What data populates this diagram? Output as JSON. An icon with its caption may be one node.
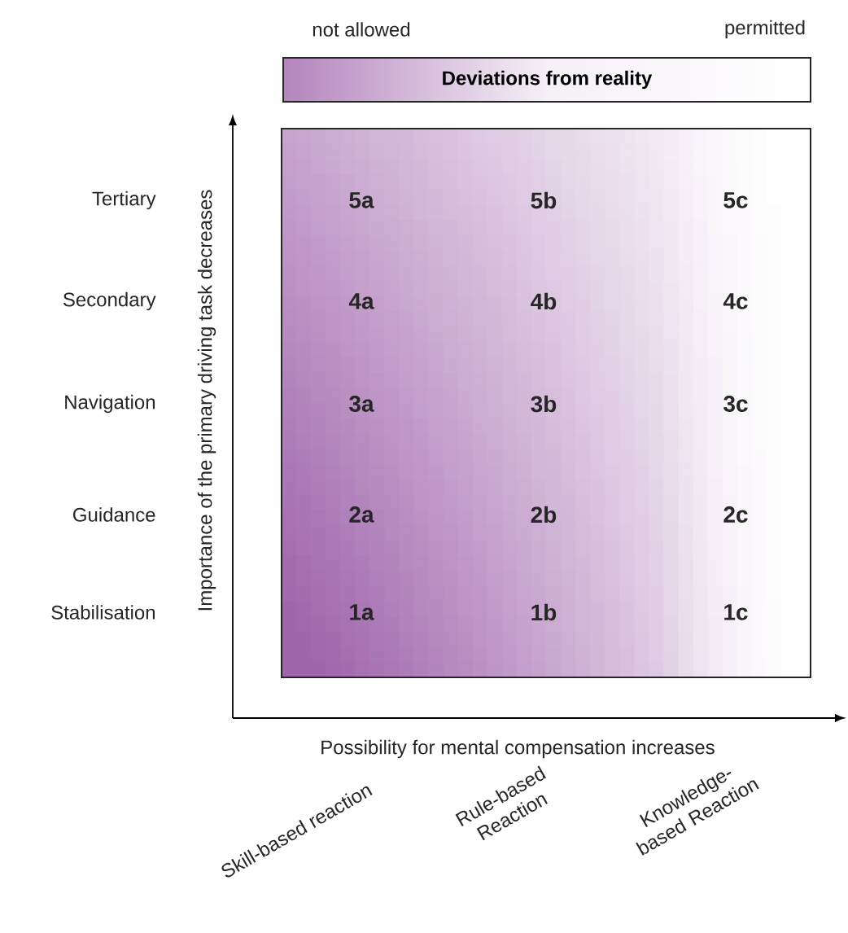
{
  "diagram": {
    "nodes": [
      {
        "text": [
          "Deviations from reality"
        ]
      }
    ],
    "edges": [],
    "labels": [
      "not allowed",
      "permitted",
      "Tertiary",
      "5a",
      "5b",
      "5c",
      "Secondary",
      "4a",
      "4b",
      "4c",
      "Navigation",
      "3a",
      "3b",
      "3c",
      "Guidance",
      "2a",
      "2b",
      "2c",
      "Stabilisation",
      "1a",
      "1b",
      "1c",
      "Importance of the primary driving task decreases",
      "Possibility for mental compensation increases",
      "Skill-based reaction",
      "Rule-based Reaction",
      "Knowledge-based Reaction"
    ]
  }
}
